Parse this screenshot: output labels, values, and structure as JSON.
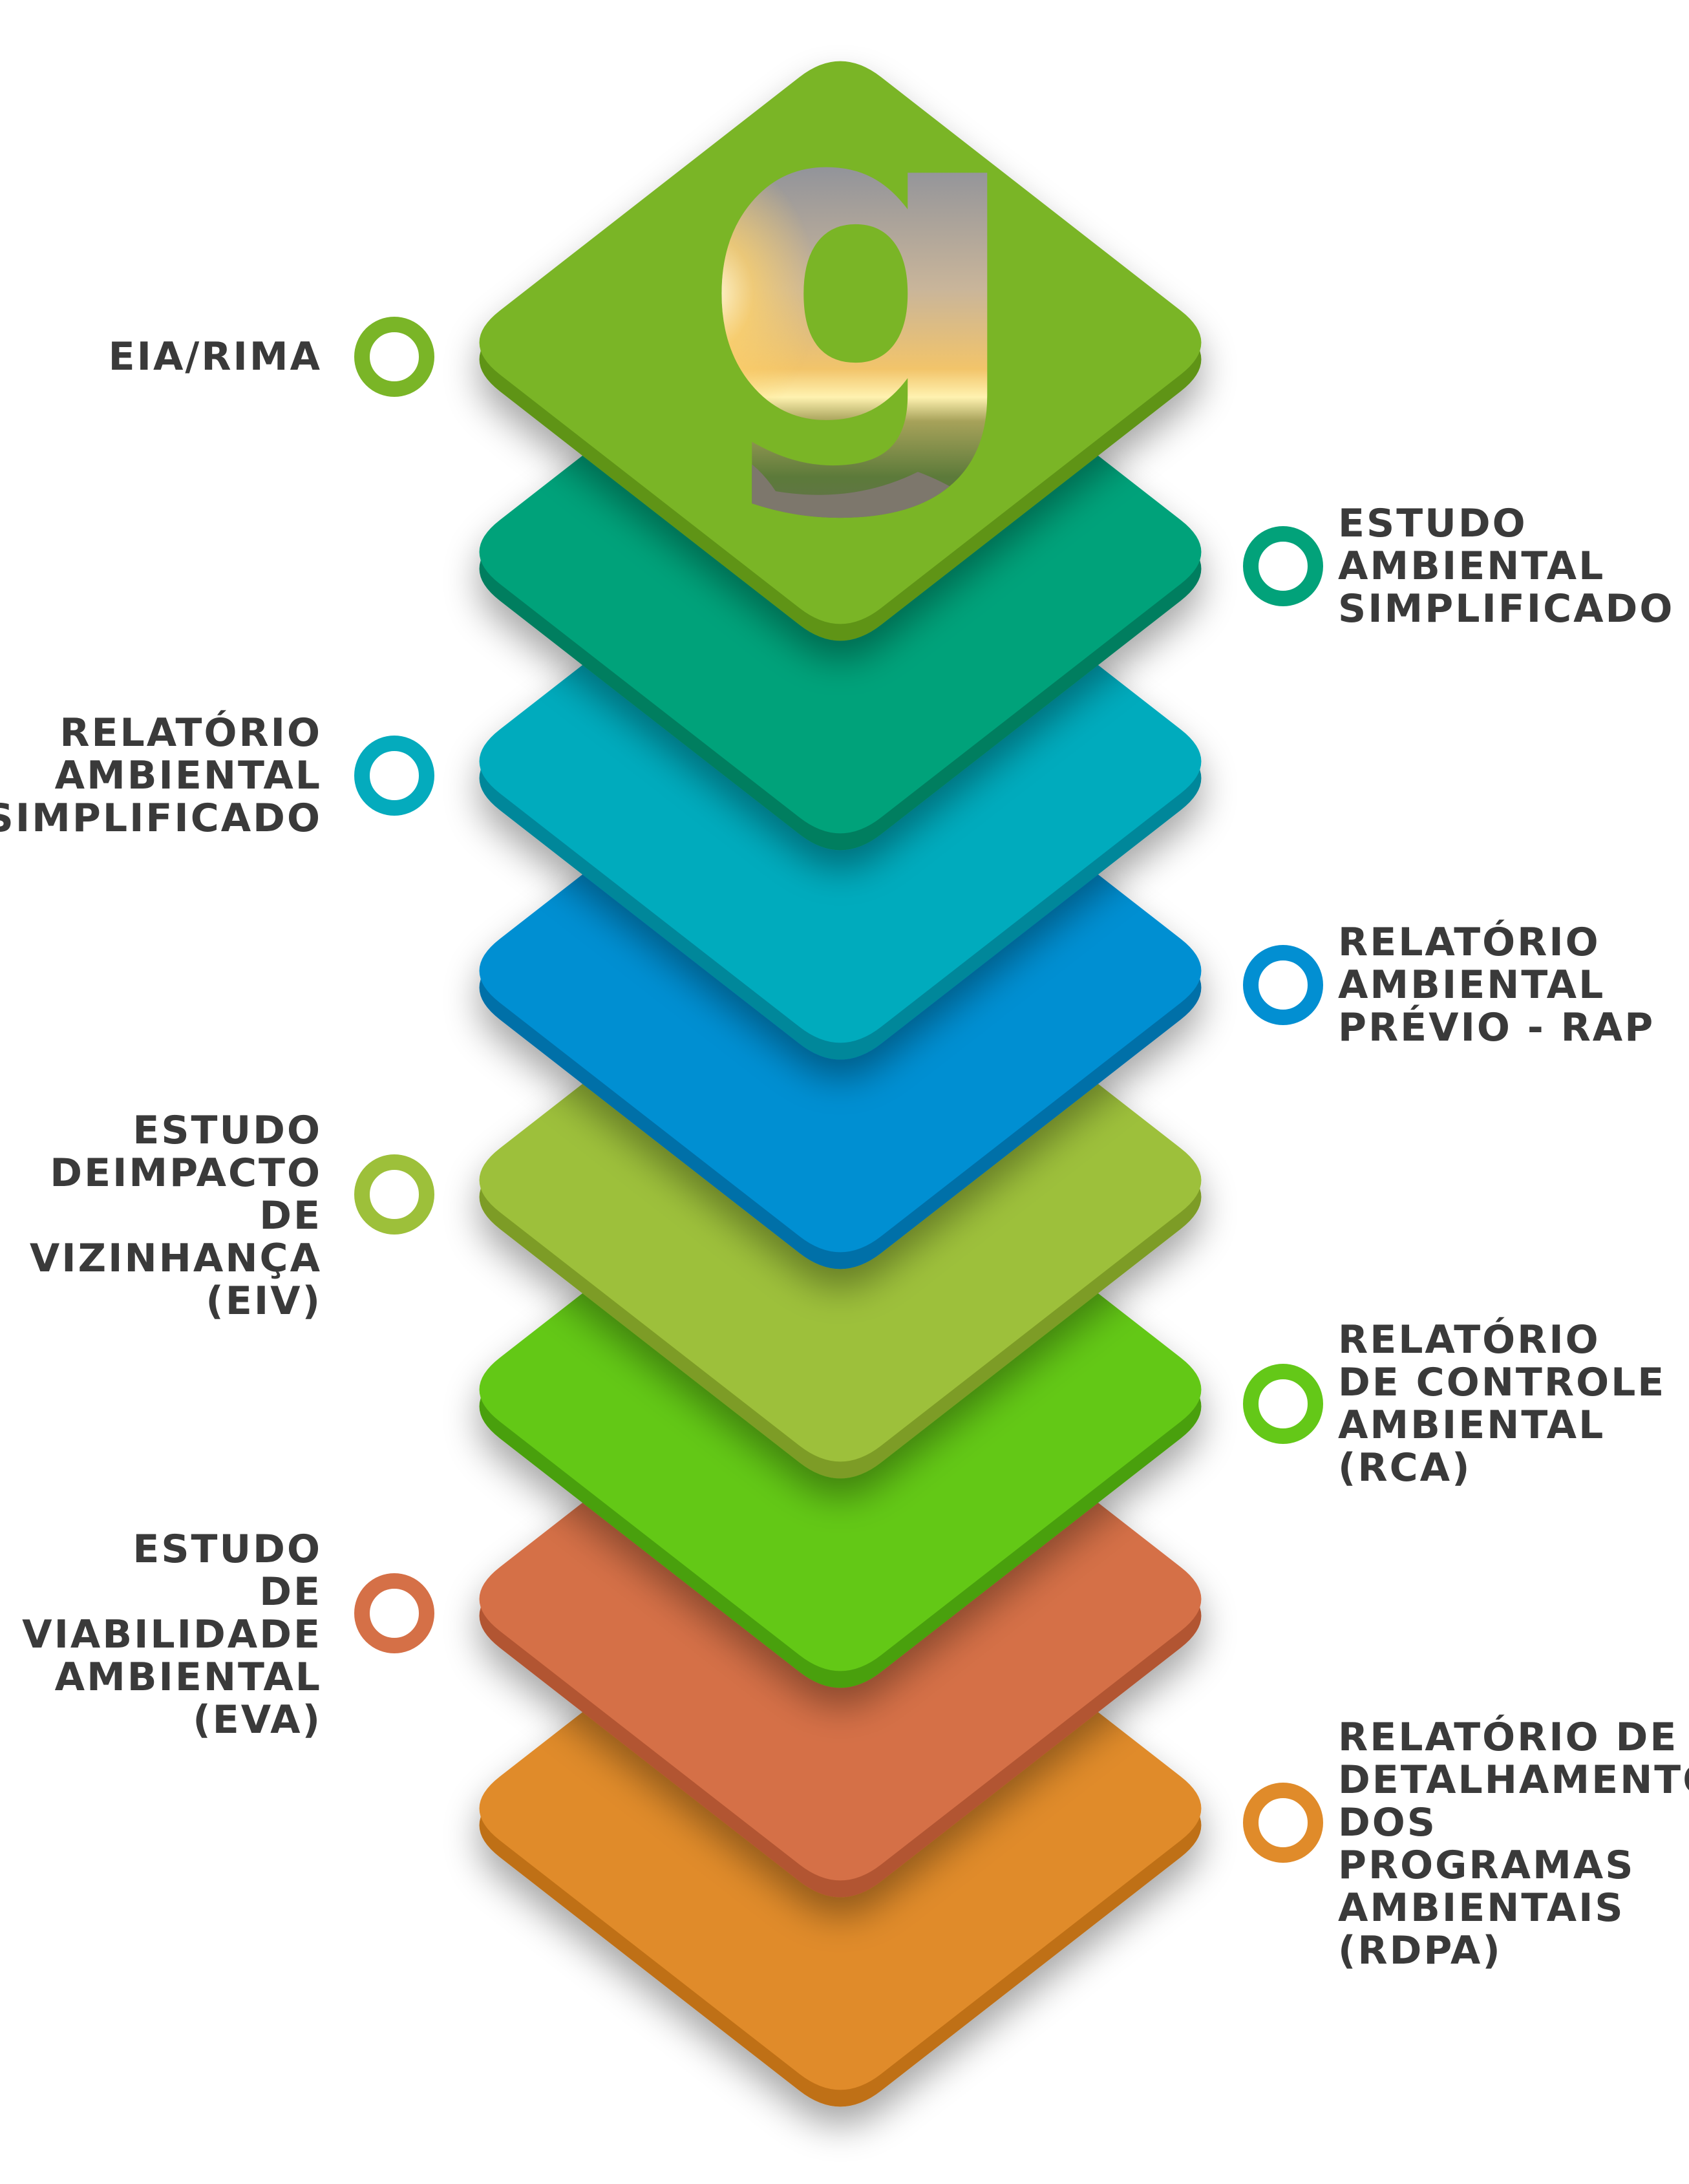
{
  "layers": [
    {
      "id": "eia-rima",
      "label": "EIA/RIMA",
      "side": "left",
      "color": "#7ab527",
      "edge": "#5e9419"
    },
    {
      "id": "estudo-ambiental-simplificado",
      "label": "ESTUDO\nAMBIENTAL\nSIMPLIFICADO",
      "side": "right",
      "color": "#02a27a",
      "edge": "#027e5f"
    },
    {
      "id": "relatorio-ambiental-simplificado",
      "label": "RELATÓRIO\nAMBIENTAL\nSIMPLIFICADO",
      "side": "left",
      "color": "#04abbd",
      "edge": "#03879a"
    },
    {
      "id": "relatorio-ambiental-previo",
      "label": "RELATÓRIO\nAMBIENTAL\nPRÉVIO - RAP",
      "side": "right",
      "color": "#028fd2",
      "edge": "#0270a8"
    },
    {
      "id": "estudo-impacto-vizinhanca",
      "label": "ESTUDO\nDEIMPACTO\nDE VIZINHANÇA\n(EIV)",
      "side": "left",
      "color": "#9dc03a",
      "edge": "#7d9c26"
    },
    {
      "id": "relatorio-controle-ambiental",
      "label": "RELATÓRIO\nDE CONTROLE\nAMBIENTAL\n(RCA)",
      "side": "right",
      "color": "#64c818",
      "edge": "#4aa00e"
    },
    {
      "id": "estudo-viabilidade-ambiental",
      "label": "ESTUDO\nDE VIABILIDADE\nAMBIENTAL\n(EVA)",
      "side": "left",
      "color": "#d57047",
      "edge": "#b25531"
    },
    {
      "id": "relatorio-detalhamento-programas",
      "label": "RELATÓRIO DE\nDETALHAMENTO\nDOS PROGRAMAS\nAMBIENTAIS\n(RDPA)",
      "side": "right",
      "color": "#e08b2a",
      "edge": "#bf6f16"
    }
  ],
  "logo": {
    "letter": "g",
    "icon": "g-logo-landscape-icon"
  }
}
